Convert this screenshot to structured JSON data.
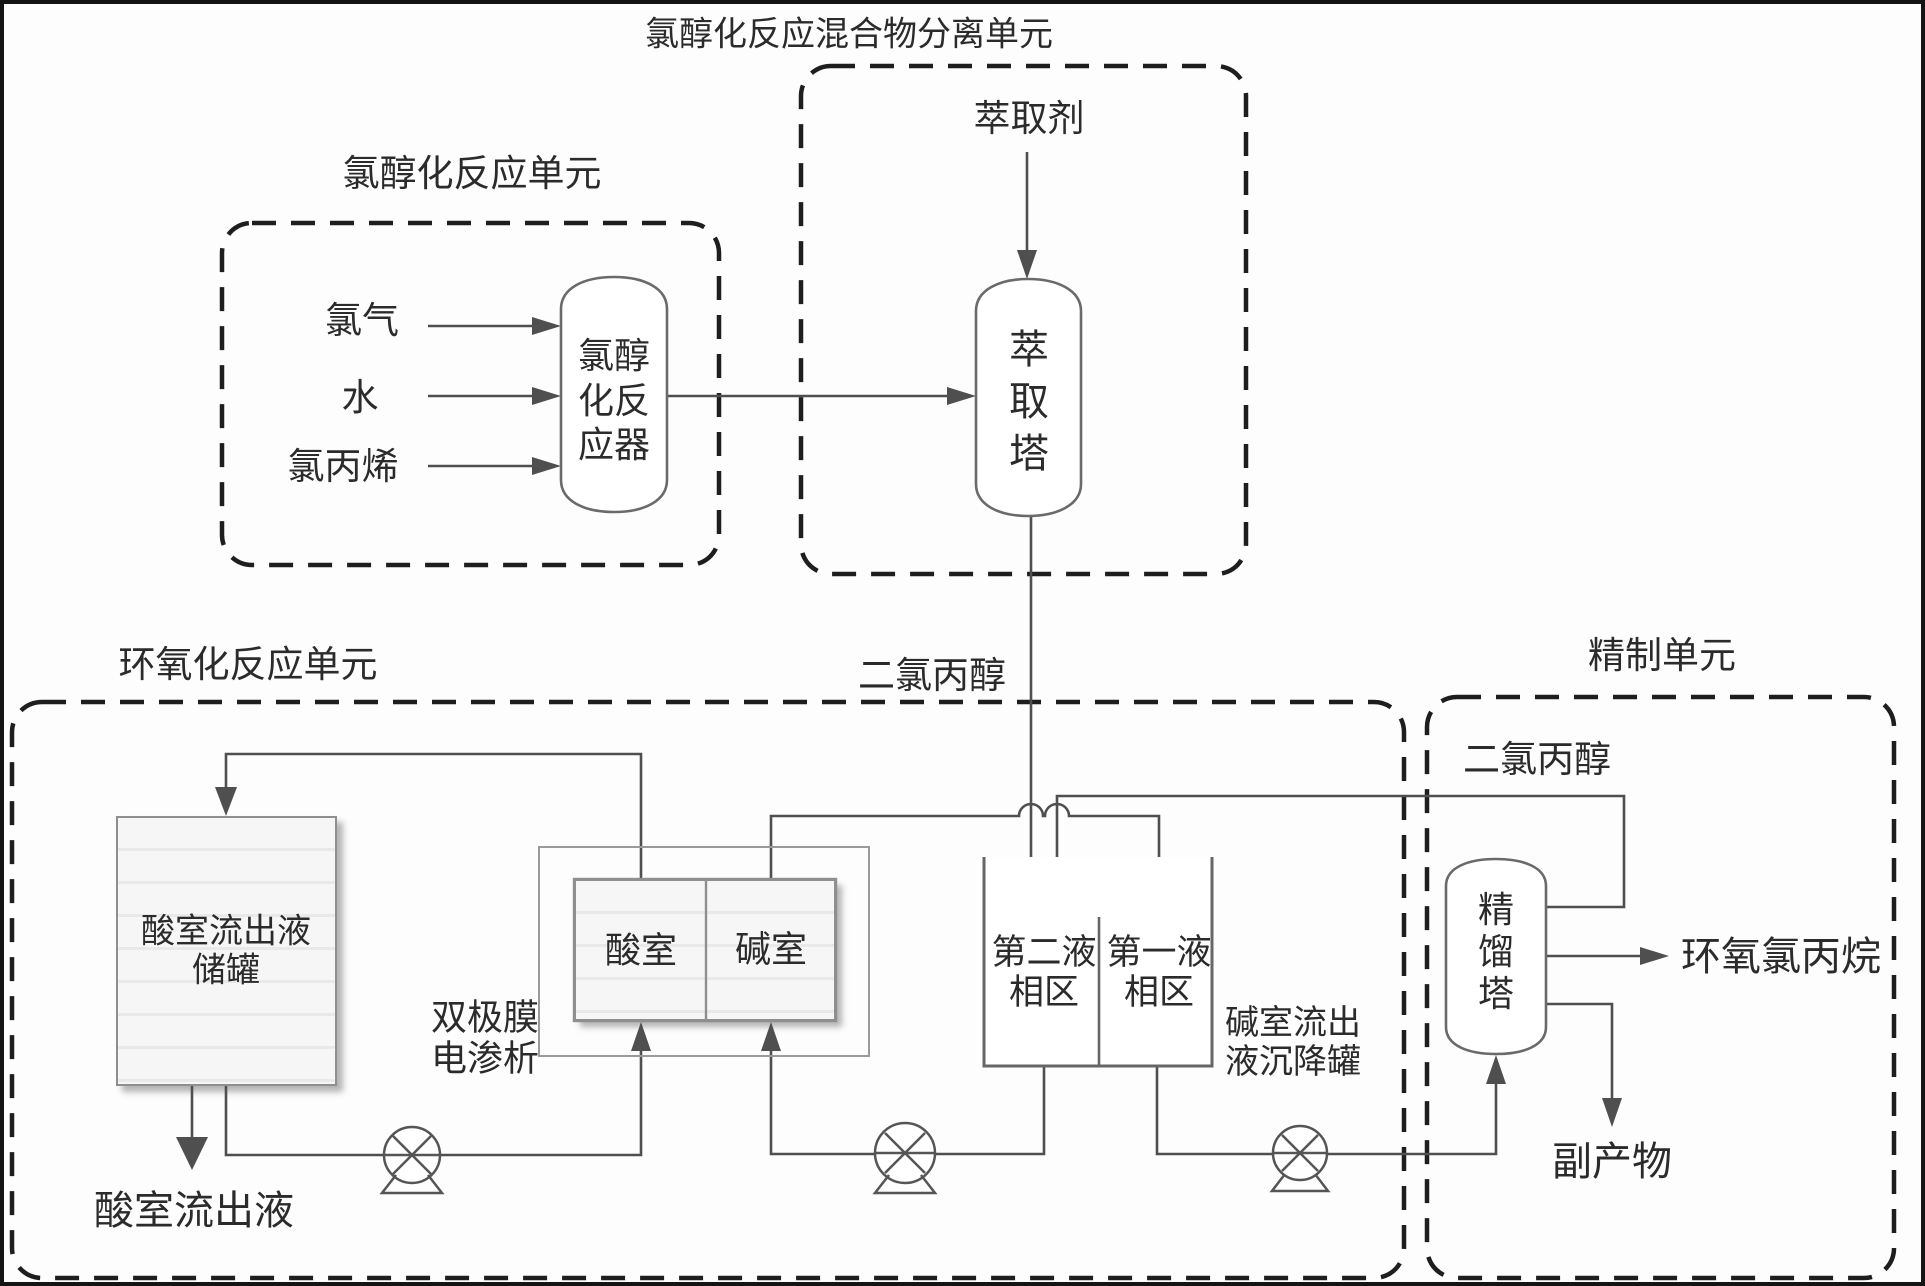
{
  "diagram_title_note": "epichlorohydrin process flow diagram",
  "colors": {
    "flow_line": "#4f4f4f",
    "dashed_unit_border": "#1e1e1e",
    "vessel_stroke": "#6a6a6a",
    "tank_fill": "#f4f4f4",
    "text": "#2b2b2b"
  },
  "units": {
    "chlorohydrination": {
      "title": "氯醇化反应单元",
      "feeds": [
        "氯气",
        "水",
        "氯丙烯"
      ],
      "reactor": "氯醇化反应器"
    },
    "separation": {
      "title": "氯醇化反应混合物分离单元",
      "extractant": "萃取剂",
      "extraction_tower": "萃取塔"
    },
    "epoxidation": {
      "title": "环氧化反应单元",
      "dichloropropanol_stream": "二氯丙醇",
      "acid_effluent_tank": "酸室流出液储罐",
      "electrodialysis": "双极膜电渗析",
      "acid_chamber": "酸室",
      "alkali_chamber": "碱室",
      "second_phase_zone": "第二液相区",
      "first_phase_zone": "第一液相区",
      "settling_tank": "碱室流出液沉降罐",
      "acid_effluent_out": "酸室流出液"
    },
    "refining": {
      "title": "精制单元",
      "dichloropropanol_stream": "二氯丙醇",
      "distillation_tower": "精馏塔",
      "product": "环氧氯丙烷",
      "byproduct": "副产物"
    }
  }
}
